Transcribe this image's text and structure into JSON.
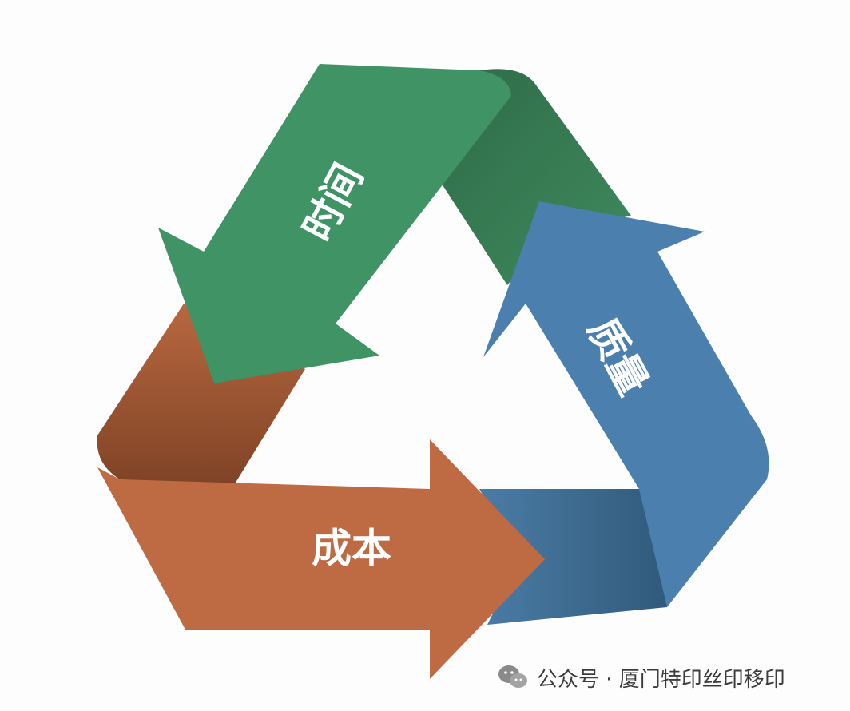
{
  "diagram": {
    "segments": [
      {
        "id": "time",
        "label": "时间",
        "color": "#3f9364",
        "color_dark": "#2f6f4b"
      },
      {
        "id": "quality",
        "label": "质量",
        "color": "#4a7fae",
        "color_dark": "#345f86"
      },
      {
        "id": "cost",
        "label": "成本",
        "color": "#be6a43",
        "color_dark": "#8d4a2d"
      }
    ]
  },
  "watermark": {
    "icon": "wechat-icon",
    "text": "公众号 · 厦门特印丝印移印"
  }
}
